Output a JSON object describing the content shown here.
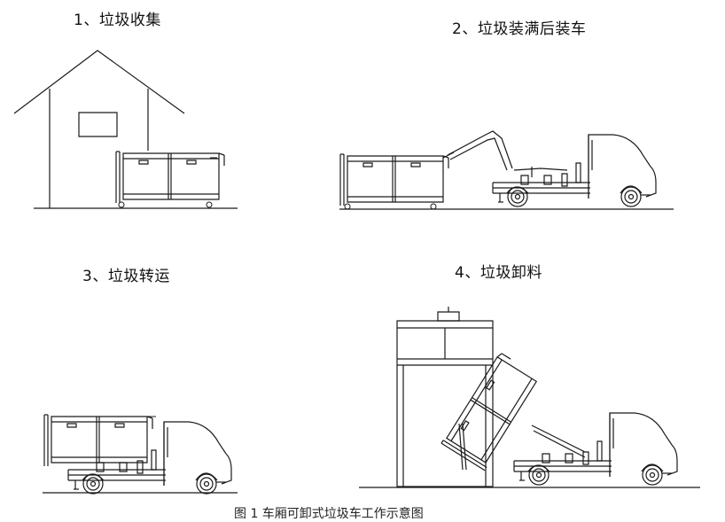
{
  "steps": [
    {
      "label": "1、垃圾收集"
    },
    {
      "label": "2、垃圾装满后装车"
    },
    {
      "label": "3、垃圾转运"
    },
    {
      "label": "4、垃圾卸料"
    }
  ],
  "caption": "图 1 车厢可卸式垃圾车工作示意图",
  "colors": {
    "line": "#1a1a1a",
    "background": "#ffffff"
  },
  "icons": [
    "house-icon",
    "garbage-container-icon",
    "hook-lift-truck-icon",
    "unloading-frame-icon"
  ]
}
